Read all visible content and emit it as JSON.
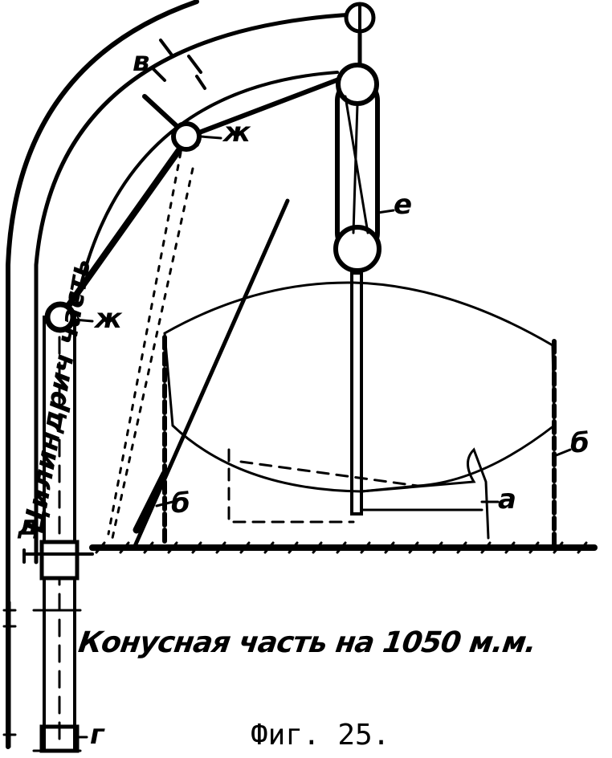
{
  "figure": {
    "caption": "Фиг. 25.",
    "note": "Конусная часть на 1050 м.м.",
    "vertical_label": "Цилиндрич часть",
    "labels": {
      "v": "в",
      "zh_upper": "ж",
      "zh_lower": "ж",
      "e": "е",
      "b_right": "б",
      "b_left": "б",
      "a": "а",
      "d": "д",
      "g": "г"
    },
    "colors": {
      "ink": "#000000",
      "paper": "#ffffff"
    }
  }
}
